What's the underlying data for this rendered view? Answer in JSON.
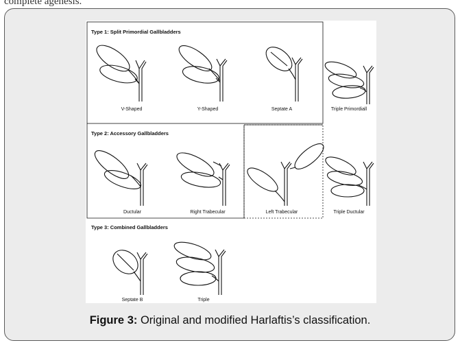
{
  "top_text": "complete agenesis.",
  "figure": {
    "groups": [
      {
        "title": "Type 1: Split Primordial Gallbladders",
        "items": [
          "V-Shaped",
          "Y-Shaped",
          "Septate A",
          "Triple Primordiall"
        ]
      },
      {
        "title": "Type 2: Accessory Gallbladders",
        "items": [
          "Ductular",
          "Right Trabecular",
          "Left Trabecular",
          "Triple Ductular"
        ]
      },
      {
        "title": "Type 3: Combined Gallbladders",
        "items": [
          "Septate B",
          "Triple"
        ]
      }
    ]
  },
  "caption": {
    "label": "Figure 3:",
    "text": " Original and modified Harlaftis’s classification."
  }
}
